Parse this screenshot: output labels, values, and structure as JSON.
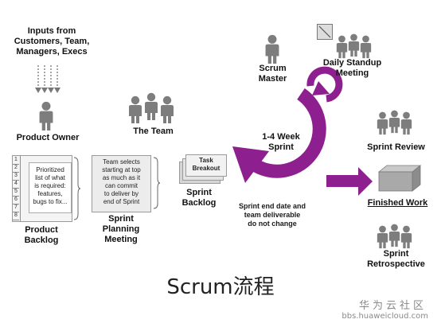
{
  "inputs": {
    "line1": "Inputs from",
    "line2": "Customers, Team,",
    "line3": "Managers, Execs"
  },
  "product_owner": "Product Owner",
  "product_backlog": {
    "label_line1": "Product",
    "label_line2": "Backlog",
    "desc_line1": "Prioritized",
    "desc_line2": "list of what",
    "desc_line3": "is required:",
    "desc_line4": "features,",
    "desc_line5": "bugs to fix...",
    "row_numbers": [
      "1",
      "2",
      "3",
      "4",
      "5",
      "6",
      "7",
      "8"
    ]
  },
  "the_team": "The Team",
  "sprint_planning": {
    "desc_line1": "Team selects",
    "desc_line2": "starting at top",
    "desc_line3": "as much as it",
    "desc_line4": "can commit",
    "desc_line5": "to deliver by",
    "desc_line6": "end of Sprint",
    "label_line1": "Sprint",
    "label_line2": "Planning",
    "label_line3": "Meeting"
  },
  "task_breakout": {
    "line1": "Task",
    "line2": "Breakout"
  },
  "sprint_backlog": {
    "line1": "Sprint",
    "line2": "Backlog"
  },
  "scrum_master": {
    "line1": "Scrum",
    "line2": "Master"
  },
  "daily_standup": {
    "line1": "Daily Standup",
    "line2": "Meeting"
  },
  "sprint_cycle": {
    "line1": "1-4 Week",
    "line2": "Sprint"
  },
  "sprint_note": {
    "line1": "Sprint end date and",
    "line2": "team deliverable",
    "line3": "do not change"
  },
  "sprint_review": "Sprint Review",
  "finished_work": "Finished Work",
  "sprint_retrospective": {
    "line1": "Sprint",
    "line2": "Retrospective"
  },
  "caption": "Scrum流程",
  "watermark": {
    "brand": "华为云社区",
    "url": "bbs.huaweicloud.com"
  },
  "colors": {
    "accent": "#8e1f8e",
    "person": "#7a7a7a"
  }
}
